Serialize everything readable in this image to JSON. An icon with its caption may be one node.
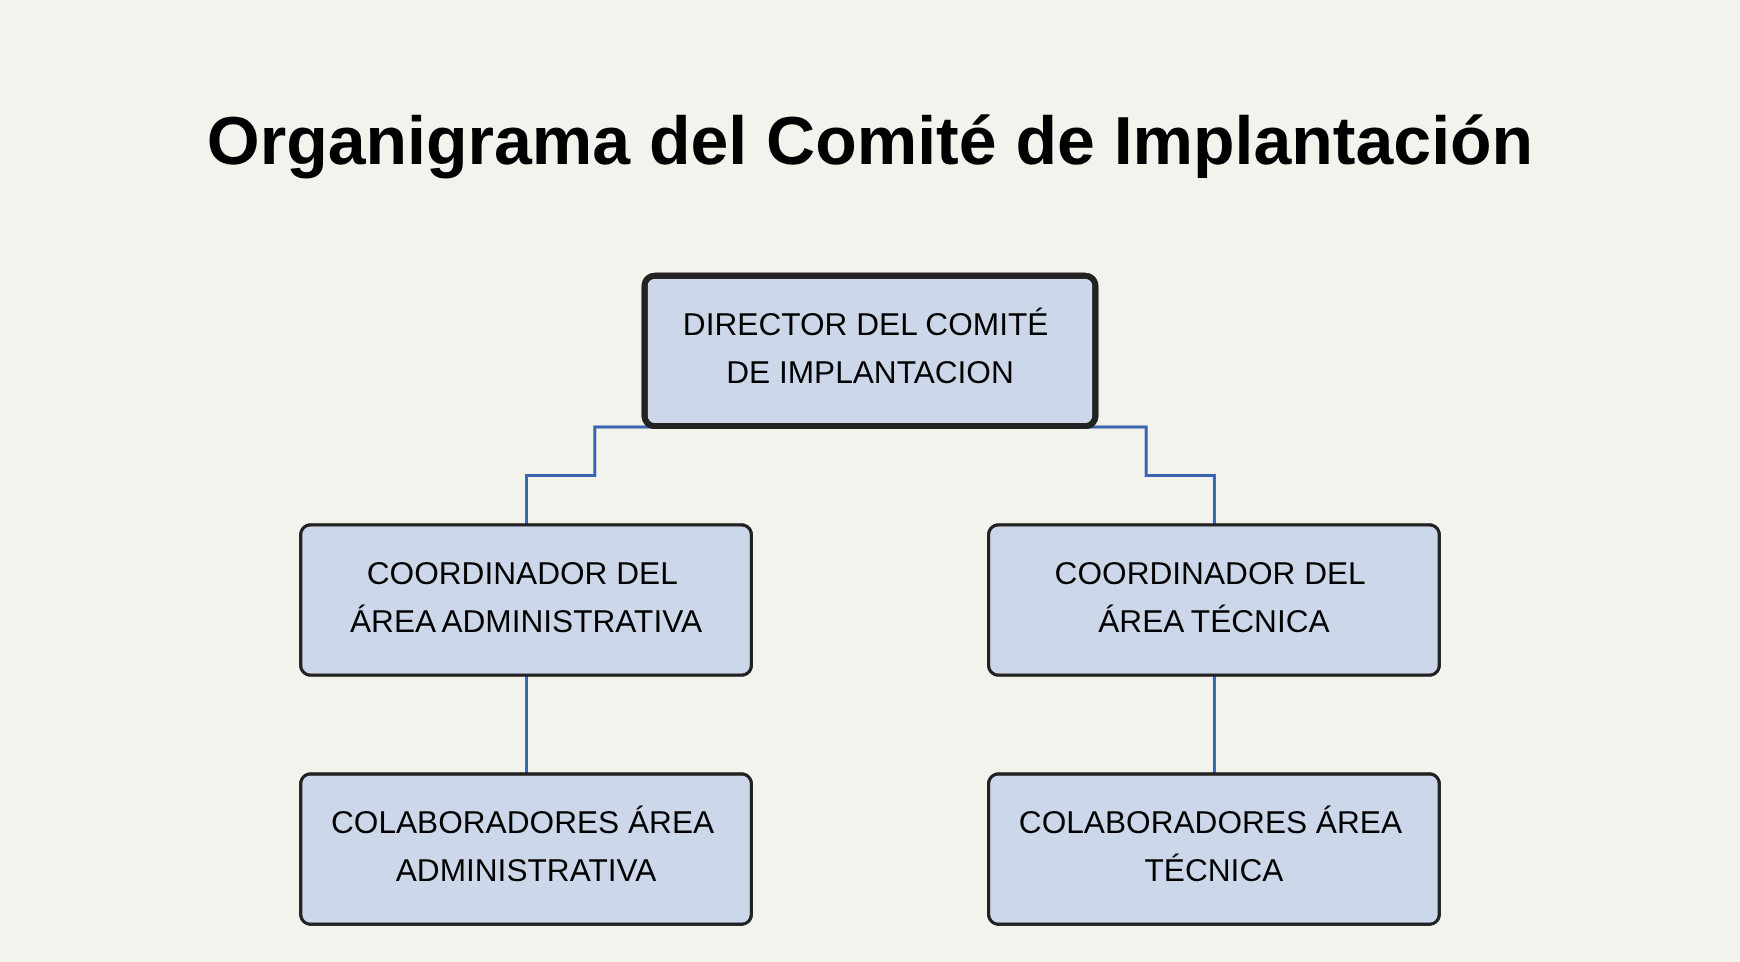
{
  "diagram": {
    "title": "Organigrama del Comité de Implantación",
    "nodes": [
      {
        "text": [
          "DIRECTOR DEL COMITÉ DE IMPLANTACION"
        ]
      },
      {
        "text": [
          "COORDINADOR DEL ÁREA ADMINISTRATIVA"
        ]
      },
      {
        "text": [
          "COORDINADOR DEL ÁREA TÉCNICA"
        ]
      },
      {
        "text": [
          "COLABORADORES ÁREA ADMINISTRATIVA"
        ]
      },
      {
        "text": [
          "COLABORADORES ÁREA TÉCNICA"
        ]
      }
    ],
    "edges": [
      {
        "from": 0,
        "to": 1,
        "arrow": "none"
      },
      {
        "from": 0,
        "to": 2,
        "arrow": "none"
      },
      {
        "from": 1,
        "to": 3,
        "arrow": "none"
      },
      {
        "from": 2,
        "to": 4,
        "arrow": "none"
      }
    ]
  }
}
